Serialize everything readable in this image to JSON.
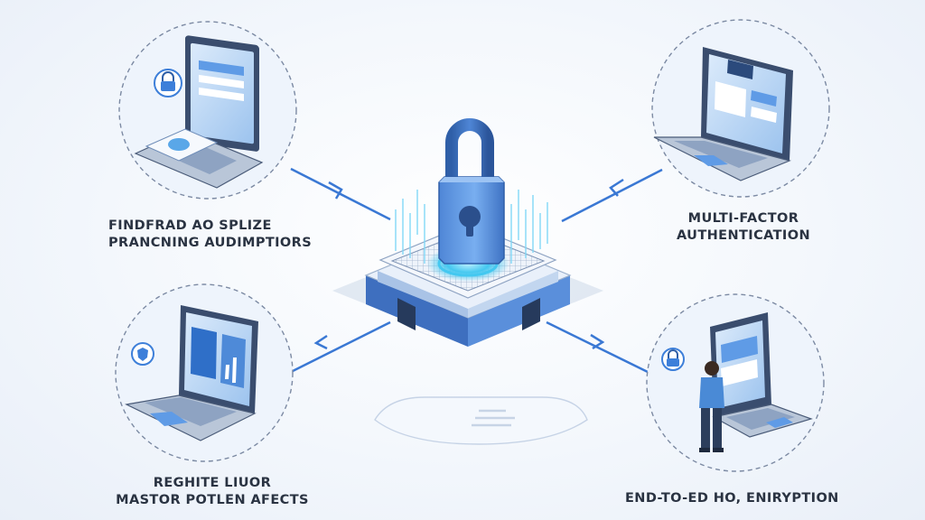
{
  "labels": {
    "top_left": {
      "line1": "FINDFRAD AO SPLIZE",
      "line2": "PRANCNING AUDIMPTIORS"
    },
    "top_right": {
      "line1": "MULTI-FACTOR",
      "line2": "AUTHENTICATION"
    },
    "bottom_left": {
      "line1": "REGHITE LIUOR",
      "line2": "MASTOR POTLEN AFECTS"
    },
    "bottom_right": {
      "line1": "END-TO-ED HO, ENIRYPTION"
    }
  },
  "colors": {
    "background": "#f3f7fc",
    "accent": "#3d7fd9",
    "arrow": "#3a78d4",
    "lock_body": "#5f9be6",
    "glow": "#44c8f0",
    "text": "#2a3342"
  },
  "icons": {
    "center": "padlock-icon",
    "nodes": [
      "laptop-icon",
      "laptop-icon",
      "laptop-icon",
      "laptop-icon"
    ],
    "person": "person-icon"
  }
}
